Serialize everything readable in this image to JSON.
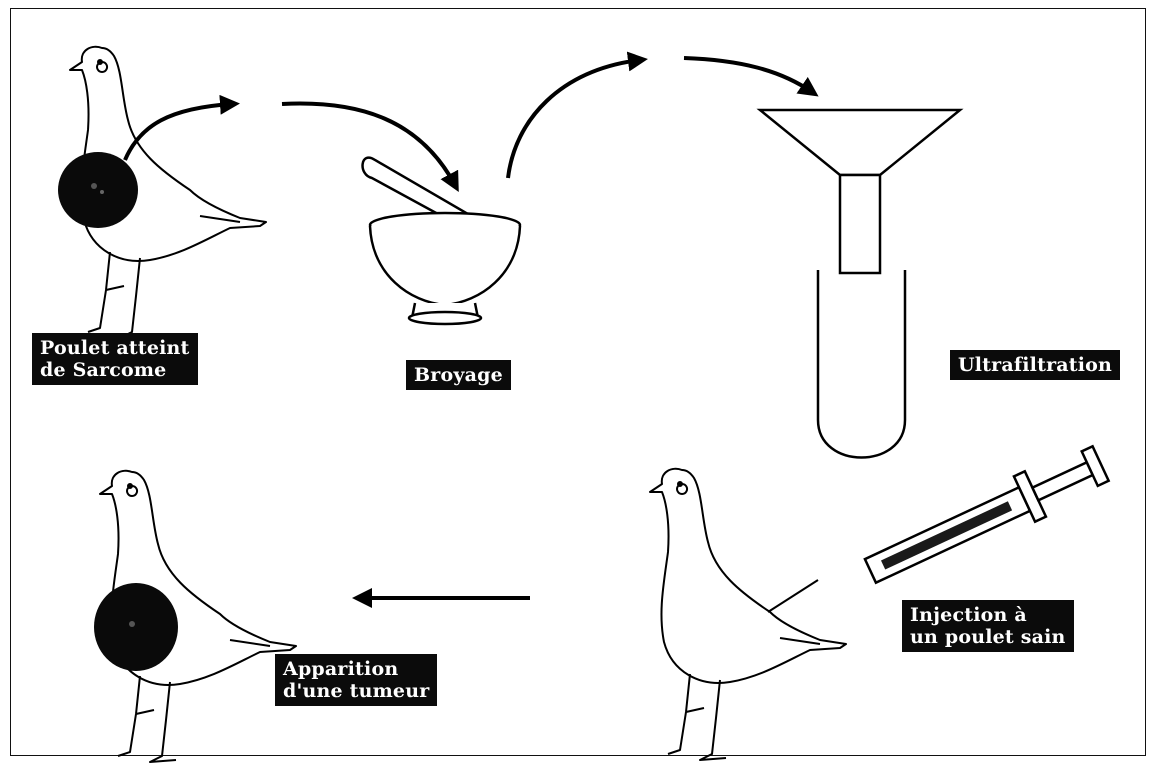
{
  "labels": {
    "sick_chicken": "Poulet atteint\nde Sarcome",
    "grinding": "Broyage",
    "ultrafiltration": "Ultrafiltration",
    "injection": "Injection à\nun poulet sain",
    "tumor": "Apparition\nd'une tumeur"
  },
  "icons": {
    "sick_chicken": "chicken-with-tumor-icon",
    "mortar": "mortar-and-pestle-icon",
    "filter": "funnel-and-test-tube-icon",
    "syringe": "syringe-icon",
    "healthy_chicken": "injected-chicken-icon",
    "result_chicken": "chicken-with-tumor-icon"
  }
}
